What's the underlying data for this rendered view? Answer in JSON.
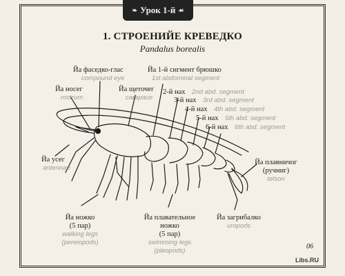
{
  "header": {
    "tab_label": "Урок 1-й",
    "title": "1. СТРОЕНИЙЕ КРЕВЕДКО",
    "subtitle": "Pandalus borealis"
  },
  "labels": {
    "compound_eye_ru": "Йа фаседко-глас",
    "compound_eye_en": "compound eye",
    "abd1_ru": "Йа 1-й сигмент брюшко",
    "abd1_en": "1st abdominal segment",
    "rostrum_ru": "Йа носег",
    "rostrum_en": "rostrum",
    "carapace_ru": "Йа щеточег",
    "carapace_en": "carapace",
    "abd2_ru": "2-й нах",
    "abd2_en": "2nd abd. segment",
    "abd3_ru": "3-й нах",
    "abd3_en": "3rd abd. segment",
    "abd4_ru": "4-й нах",
    "abd4_en": "4th abd. segment",
    "abd5_ru": "5-й нах",
    "abd5_en": "5th abd. segment",
    "abd6_ru": "6-й нах",
    "abd6_en": "6th abd. segment",
    "antennae_ru": "Йа усег",
    "antennae_en": "antennae",
    "telson_ru1": "Йа плавничог",
    "telson_ru2": "(ручниг)",
    "telson_en": "telson",
    "walking_ru1": "Йа ножко",
    "walking_ru2": "(5 пар)",
    "walking_en1": "walking legs",
    "walking_en2": "(pereiopods)",
    "swimming_ru1": "Йа плавательное",
    "swimming_ru2": "ножко",
    "swimming_ru3": "(5 пар)",
    "swimming_en1": "swimming legs",
    "swimming_en2": "(pleopods)",
    "uropods_ru": "Йа загрибалко",
    "uropods_en": "uropods"
  },
  "footer": {
    "page_number": "06",
    "watermark": "Libs.RU"
  }
}
